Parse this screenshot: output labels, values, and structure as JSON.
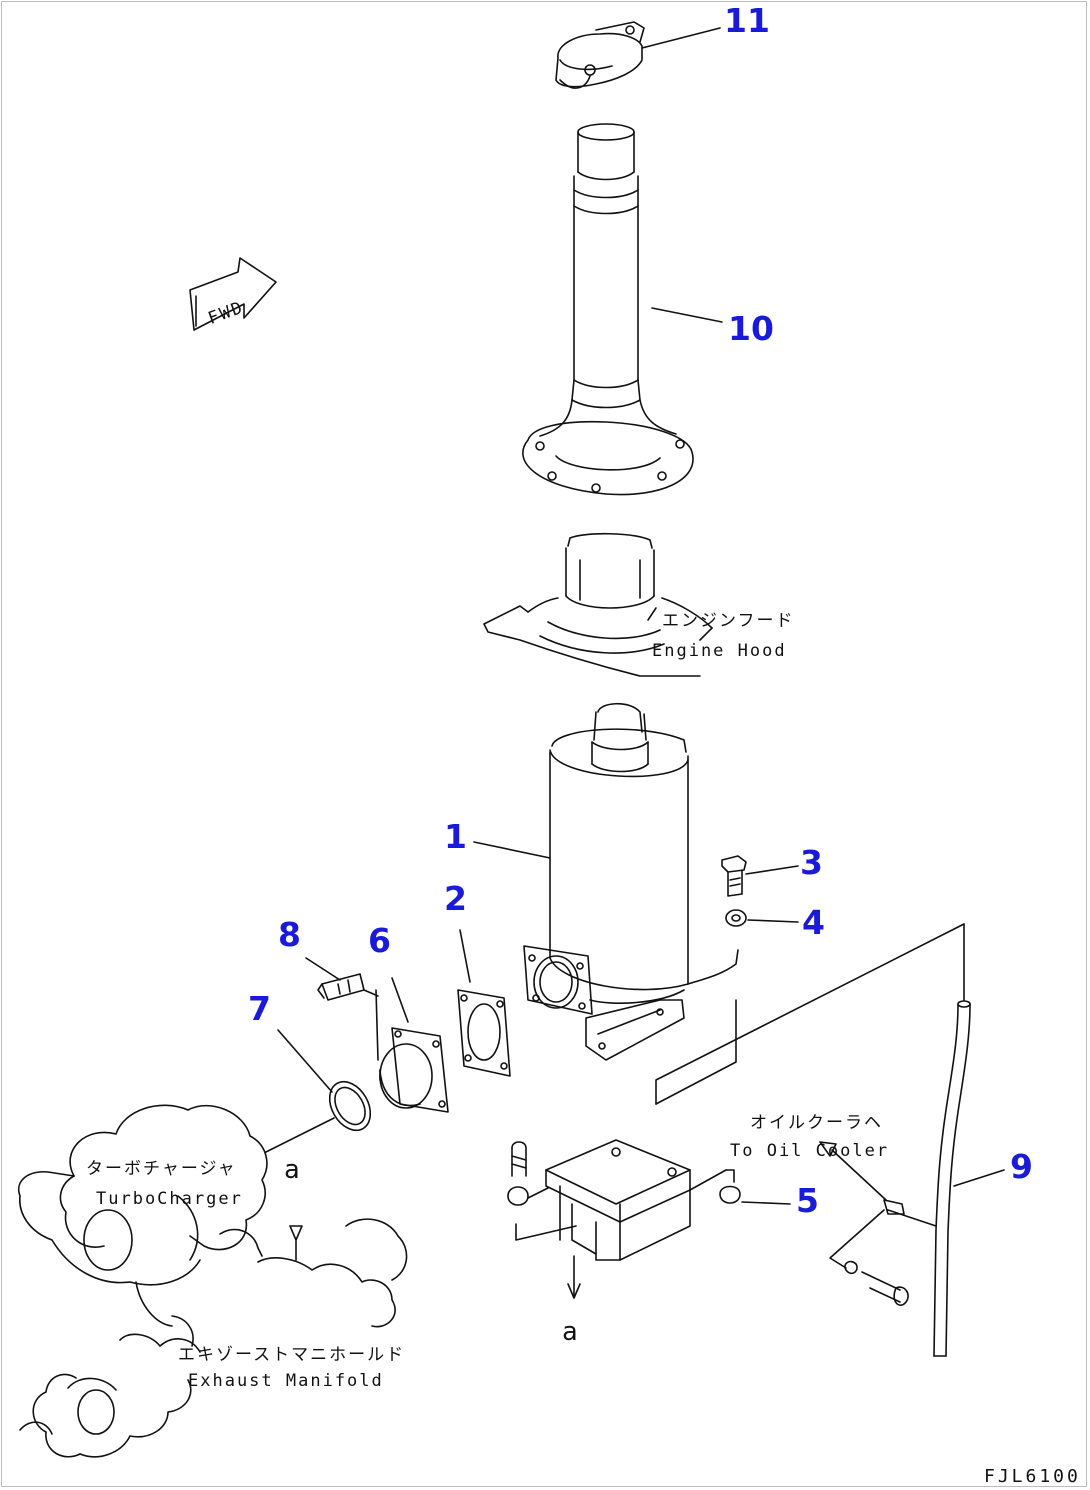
{
  "callouts": {
    "p1": "1",
    "p2": "2",
    "p3": "3",
    "p4": "4",
    "p5": "5",
    "p6": "6",
    "p7": "7",
    "p8": "8",
    "p9": "9",
    "p10": "10",
    "p11": "11"
  },
  "labels": {
    "fwd": "FWD",
    "engine_hood_jp": "エンジンフード",
    "engine_hood_en": "Engine Hood",
    "oil_cooler_jp": "オイルクーラヘ",
    "oil_cooler_en": "To Oil Cooler",
    "turbo_jp": "ターボチャージャ",
    "turbo_en": "TurboCharger",
    "manifold_jp": "エキゾーストマニホールド",
    "manifold_en": "Exhaust Manifold",
    "ref_a1": "a",
    "ref_a2": "a"
  },
  "figure_code": "FJL6100",
  "colors": {
    "callout": "#1a1adb",
    "line": "#111111",
    "background": "#ffffff"
  }
}
